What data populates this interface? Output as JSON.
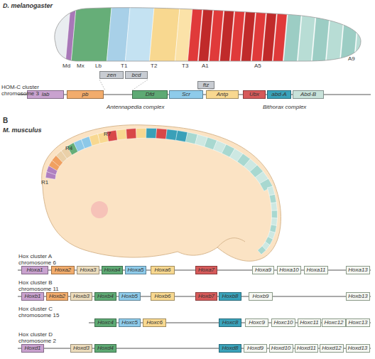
{
  "diagram": {
    "nodes": [
      {
        "text": [
          "lab"
        ]
      },
      {
        "text": [
          "pb"
        ]
      },
      {
        "text": [
          "zen"
        ]
      },
      {
        "text": [
          "bcd"
        ]
      },
      {
        "text": [
          "Dfd"
        ]
      },
      {
        "text": [
          "Scr"
        ]
      },
      {
        "text": [
          "ftz"
        ]
      },
      {
        "text": [
          "Antp"
        ]
      },
      {
        "text": [
          "Ubx"
        ]
      },
      {
        "text": [
          "abd-A"
        ]
      },
      {
        "text": [
          "Abd-B"
        ]
      },
      {
        "text": [
          "Hoxa1"
        ]
      },
      {
        "text": [
          "Hoxa2"
        ]
      },
      {
        "text": [
          "Hoxa3"
        ]
      },
      {
        "text": [
          "Hoxa4"
        ]
      },
      {
        "text": [
          "Hoxa5"
        ]
      },
      {
        "text": [
          "Hoxa6"
        ]
      },
      {
        "text": [
          "Hoxa7"
        ]
      },
      {
        "text": [
          "Hoxa9"
        ]
      },
      {
        "text": [
          "Hoxa10"
        ]
      },
      {
        "text": [
          "Hoxa11"
        ]
      },
      {
        "text": [
          "Hoxa13"
        ]
      },
      {
        "text": [
          "Hoxb1"
        ]
      },
      {
        "text": [
          "Hoxb2"
        ]
      },
      {
        "text": [
          "Hoxb3"
        ]
      },
      {
        "text": [
          "Hoxb4"
        ]
      },
      {
        "text": [
          "Hoxb5"
        ]
      },
      {
        "text": [
          "Hoxb6"
        ]
      },
      {
        "text": [
          "Hoxb7"
        ]
      },
      {
        "text": [
          "Hoxb8"
        ]
      },
      {
        "text": [
          "Hoxb9"
        ]
      },
      {
        "text": [
          "Hoxb13"
        ]
      },
      {
        "text": [
          "Hoxc4"
        ]
      },
      {
        "text": [
          "Hoxc5"
        ]
      },
      {
        "text": [
          "Hoxc6"
        ]
      },
      {
        "text": [
          "Hoxc8"
        ]
      },
      {
        "text": [
          "Hoxc9"
        ]
      },
      {
        "text": [
          "Hoxc10"
        ]
      },
      {
        "text": [
          "Hoxc11"
        ]
      },
      {
        "text": [
          "Hoxc12"
        ]
      },
      {
        "text": [
          "Hoxc13"
        ]
      },
      {
        "text": [
          "Hoxd1"
        ]
      },
      {
        "text": [
          "Hoxd3"
        ]
      },
      {
        "text": [
          "Hoxd4"
        ]
      },
      {
        "text": [
          "Hoxd8"
        ]
      },
      {
        "text": [
          "Hoxd9"
        ]
      },
      {
        "text": [
          "Hoxd10"
        ]
      },
      {
        "text": [
          "Hoxd11"
        ]
      },
      {
        "text": [
          "Hoxd12"
        ]
      },
      {
        "text": [
          "Hoxd13"
        ]
      }
    ],
    "labels": [
      "D. melanogaster",
      "Md",
      "Mx",
      "Lb",
      "T1",
      "T2",
      "T3",
      "A1",
      "A5",
      "A9",
      "HOM-C cluster chromosome 3",
      "Antennapedia complex",
      "Bithorax complex",
      "B",
      "M. musculus",
      "R7",
      "R4",
      "R1",
      "Hox cluster A chromosome 6",
      "Hox cluster B chromosome 11",
      "Hox cluster C chromosome 15",
      "Hox cluster D chromosome 2"
    ]
  }
}
